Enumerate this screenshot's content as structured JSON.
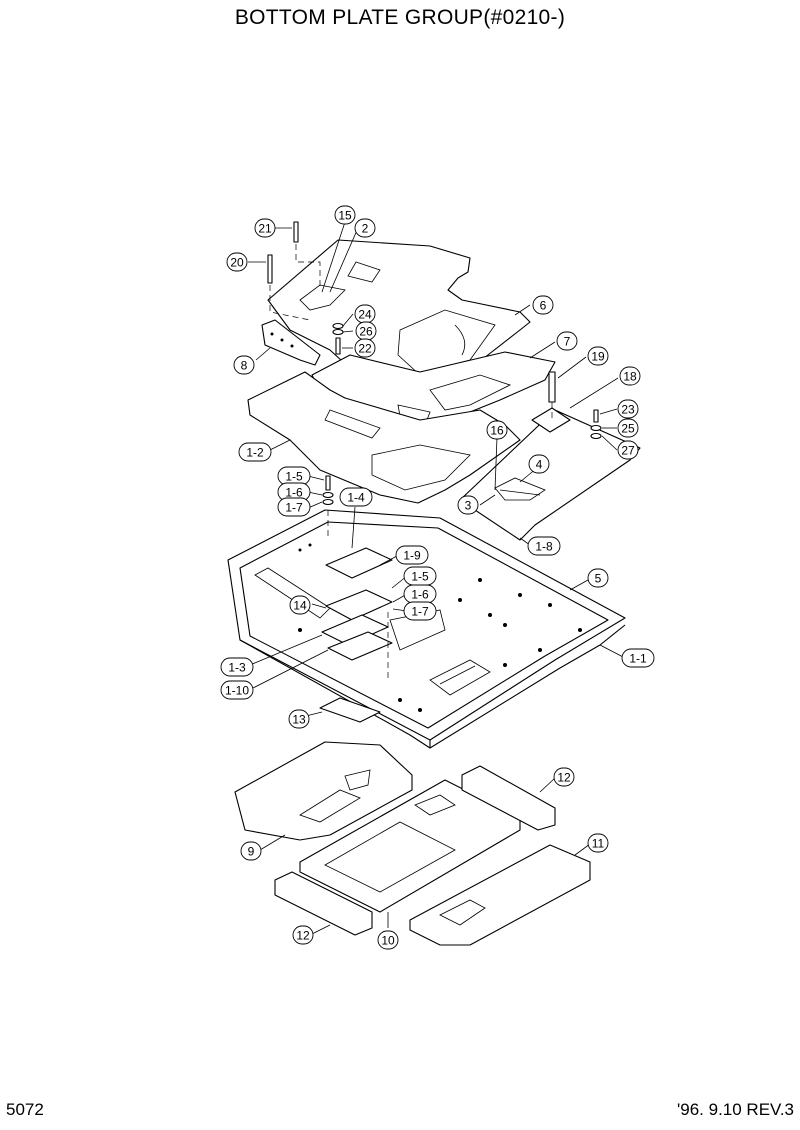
{
  "header": {
    "title": "BOTTOM PLATE GROUP(#0210-)"
  },
  "footer": {
    "page_number": "5072",
    "revision": "'96. 9.10  REV.3"
  },
  "callouts": [
    "21",
    "15",
    "2",
    "20",
    "24",
    "26",
    "22",
    "6",
    "8",
    "7",
    "19",
    "18",
    "23",
    "25",
    "27",
    "16",
    "4",
    "1-2",
    "1-5",
    "1-6",
    "1-7",
    "1-4",
    "3",
    "1-8",
    "1-9",
    "5",
    "1-5",
    "1-6",
    "1-7",
    "14",
    "1-1",
    "1-3",
    "1-10",
    "13",
    "12",
    "9",
    "11",
    "12",
    "10"
  ]
}
